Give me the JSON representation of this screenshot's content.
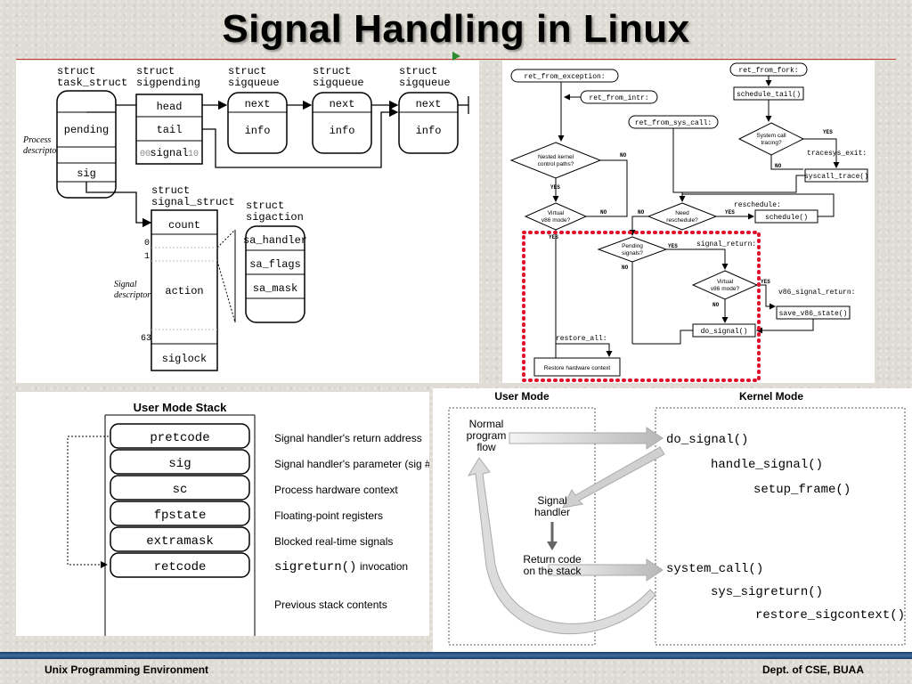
{
  "title": "Signal Handling in Linux",
  "footer": {
    "left": "Unix Programming Environment",
    "right": "Dept. of CSE, BUAA"
  },
  "desc": {
    "task": [
      "struct",
      "task_struct"
    ],
    "sigpending": [
      "struct",
      "sigpending"
    ],
    "sigqueue": [
      "struct",
      "sigqueue"
    ],
    "signal_struct": [
      "struct",
      "signal_struct"
    ],
    "sigaction": [
      "struct",
      "sigaction"
    ],
    "process_descriptor": [
      "Process",
      "descriptor"
    ],
    "signal_descriptor": [
      "Signal",
      "descriptor"
    ],
    "task_fields": [
      "pending",
      "sig"
    ],
    "pending_fields": [
      "head",
      "tail",
      "signal"
    ],
    "pending_bits": [
      "00",
      "10"
    ],
    "queue_fields": [
      "next",
      "info"
    ],
    "signal_fields": [
      "count",
      "action",
      "siglock"
    ],
    "signal_indices": [
      "0",
      "1",
      "63"
    ],
    "sigaction_fields": [
      "sa_handler",
      "sa_flags",
      "sa_mask"
    ]
  },
  "flow": {
    "ret_from_exception": "ret_from_exception:",
    "ret_from_intr": "ret_from_intr:",
    "ret_from_fork": "ret_from_fork:",
    "schedule_tail": "schedule_tail()",
    "ret_from_sys_call": "ret_from_sys_call:",
    "syscall_tracing": [
      "System call",
      "tracing?"
    ],
    "tracesys_exit": "tracesys_exit:",
    "syscall_trace": "syscall_trace()",
    "nested": [
      "Nested kernel",
      "control paths?"
    ],
    "reschedule": "reschedule:",
    "schedule": "schedule()",
    "virtual1": [
      "Virtual",
      "v86 mode?"
    ],
    "need_resched": [
      "Need",
      "reschedule?"
    ],
    "pending": [
      "Pending",
      "signals?"
    ],
    "signal_return": "signal_return:",
    "virtual2": [
      "Virtual",
      "v86 mode?"
    ],
    "v86_signal_return": "v86_signal_return:",
    "save_v86_state": "save_v86_state()",
    "do_signal": "do_signal()",
    "restore_all": "restore_all:",
    "restore_hw": "Restore hardware context",
    "yes": "YES",
    "no": "NO"
  },
  "stack": {
    "heading": "User Mode Stack",
    "cells": [
      "pretcode",
      "sig",
      "sc",
      "fpstate",
      "extramask",
      "retcode"
    ],
    "labels": [
      "Signal handler's return address",
      "Signal handler's parameter (sig #)",
      "Process hardware context",
      "Floating-point registers",
      "Blocked real-time signals"
    ],
    "last_label_code": "sigreturn()",
    "last_label_text": "invocation",
    "previous": "Previous stack contents"
  },
  "modes": {
    "user_mode": "User Mode",
    "kernel_mode": "Kernel Mode",
    "normal_flow": [
      "Normal",
      "program",
      "flow"
    ],
    "signal_handler": [
      "Signal",
      "handler"
    ],
    "return_code": [
      "Return code",
      "on the stack"
    ],
    "do_signal": "do_signal()",
    "handle_signal": "handle_signal()",
    "setup_frame": "setup_frame()",
    "system_call": "system_call()",
    "sys_sigreturn": "sys_sigreturn()",
    "restore_sigcontext": "restore_sigcontext()"
  }
}
